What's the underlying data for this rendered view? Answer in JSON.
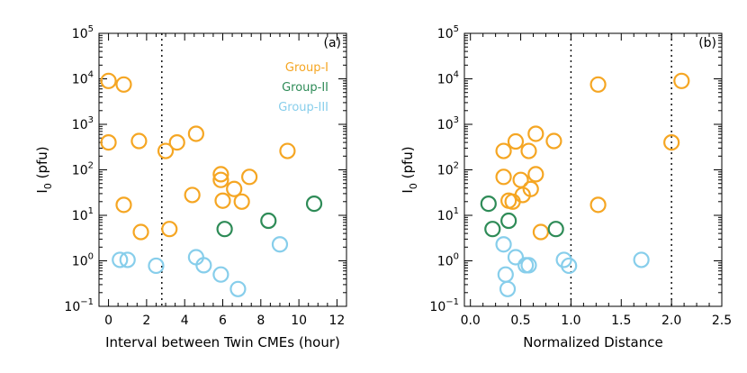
{
  "chart_data": [
    {
      "type": "scatter",
      "panel_label": "(a)",
      "xlabel": "Interval between Twin CMEs (hour)",
      "ylabel_base": "I",
      "ylabel_sub": "0",
      "ylabel_unit": "(pfu)",
      "xlim": [
        -0.5,
        12.5
      ],
      "xticks": [
        0,
        2,
        4,
        6,
        8,
        10,
        12
      ],
      "ylog": true,
      "ylim_exp": [
        -1,
        5
      ],
      "vlines": [
        2.8
      ],
      "legend": [
        {
          "label": "Group-I",
          "color": "#f5a623"
        },
        {
          "label": "Group-II",
          "color": "#2e8b57"
        },
        {
          "label": "Group-III",
          "color": "#87ceeb"
        }
      ],
      "series": [
        {
          "name": "Group-I",
          "color": "#f5a623",
          "points": [
            {
              "x": 0.0,
              "y": 9000
            },
            {
              "x": 0.8,
              "y": 7500
            },
            {
              "x": 0.0,
              "y": 400
            },
            {
              "x": 1.6,
              "y": 430
            },
            {
              "x": 3.0,
              "y": 260
            },
            {
              "x": 3.6,
              "y": 400
            },
            {
              "x": 4.6,
              "y": 620
            },
            {
              "x": 5.9,
              "y": 80
            },
            {
              "x": 5.9,
              "y": 60
            },
            {
              "x": 6.0,
              "y": 21
            },
            {
              "x": 6.6,
              "y": 38
            },
            {
              "x": 7.0,
              "y": 20
            },
            {
              "x": 7.4,
              "y": 70
            },
            {
              "x": 9.4,
              "y": 260
            },
            {
              "x": 4.4,
              "y": 28
            },
            {
              "x": 0.8,
              "y": 17
            },
            {
              "x": 1.7,
              "y": 4.3
            },
            {
              "x": 3.2,
              "y": 5.0
            }
          ]
        },
        {
          "name": "Group-II",
          "color": "#2e8b57",
          "points": [
            {
              "x": 6.1,
              "y": 5.0
            },
            {
              "x": 8.4,
              "y": 7.6
            },
            {
              "x": 10.8,
              "y": 18
            }
          ]
        },
        {
          "name": "Group-III",
          "color": "#87ceeb",
          "points": [
            {
              "x": 0.6,
              "y": 1.05
            },
            {
              "x": 1.0,
              "y": 1.05
            },
            {
              "x": 2.5,
              "y": 0.78
            },
            {
              "x": 4.6,
              "y": 1.2
            },
            {
              "x": 5.0,
              "y": 0.8
            },
            {
              "x": 5.9,
              "y": 0.5
            },
            {
              "x": 6.8,
              "y": 0.24
            },
            {
              "x": 9.0,
              "y": 2.3
            }
          ]
        }
      ]
    },
    {
      "type": "scatter",
      "panel_label": "(b)",
      "xlabel": "Normalized Distance",
      "ylabel_base": "I",
      "ylabel_sub": "0",
      "ylabel_unit": "(pfu)",
      "xlim": [
        -0.06,
        2.5
      ],
      "xticks": [
        0.0,
        0.5,
        1.0,
        1.5,
        2.0,
        2.5
      ],
      "xtick_labels": [
        "0.0",
        "0.5",
        "1.0",
        "1.5",
        "2.0",
        "2.5"
      ],
      "ylog": true,
      "ylim_exp": [
        -1,
        5
      ],
      "vlines": [
        1.0,
        2.0
      ],
      "series": [
        {
          "name": "Group-I",
          "color": "#f5a623",
          "points": [
            {
              "x": 1.27,
              "y": 7500
            },
            {
              "x": 2.1,
              "y": 9000
            },
            {
              "x": 2.0,
              "y": 400
            },
            {
              "x": 0.65,
              "y": 620
            },
            {
              "x": 0.45,
              "y": 420
            },
            {
              "x": 0.83,
              "y": 430
            },
            {
              "x": 0.33,
              "y": 260
            },
            {
              "x": 0.58,
              "y": 260
            },
            {
              "x": 0.33,
              "y": 70
            },
            {
              "x": 0.5,
              "y": 60
            },
            {
              "x": 0.65,
              "y": 80
            },
            {
              "x": 0.6,
              "y": 38
            },
            {
              "x": 0.52,
              "y": 28
            },
            {
              "x": 0.38,
              "y": 21
            },
            {
              "x": 0.42,
              "y": 20
            },
            {
              "x": 1.27,
              "y": 17
            },
            {
              "x": 0.7,
              "y": 4.3
            }
          ]
        },
        {
          "name": "Group-II",
          "color": "#2e8b57",
          "points": [
            {
              "x": 0.18,
              "y": 18
            },
            {
              "x": 0.38,
              "y": 7.6
            },
            {
              "x": 0.22,
              "y": 5.0
            },
            {
              "x": 0.85,
              "y": 5.0
            }
          ]
        },
        {
          "name": "Group-III",
          "color": "#87ceeb",
          "points": [
            {
              "x": 0.33,
              "y": 2.3
            },
            {
              "x": 0.45,
              "y": 1.2
            },
            {
              "x": 0.55,
              "y": 0.8
            },
            {
              "x": 0.58,
              "y": 0.8
            },
            {
              "x": 0.93,
              "y": 1.05
            },
            {
              "x": 0.98,
              "y": 0.78
            },
            {
              "x": 1.7,
              "y": 1.05
            },
            {
              "x": 0.35,
              "y": 0.5
            },
            {
              "x": 0.37,
              "y": 0.24
            }
          ]
        }
      ]
    }
  ]
}
